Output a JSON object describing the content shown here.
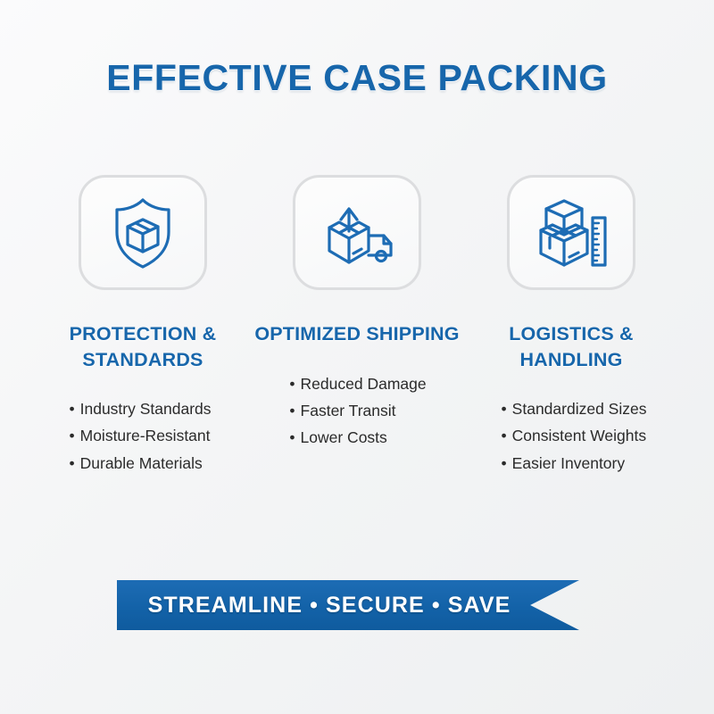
{
  "title": "EFFECTIVE CASE PACKING",
  "theme": {
    "brand_blue": "#1766ab",
    "ribbon_blue": "#1362a8",
    "background": "#f5f6f7",
    "card_border": "#dcdddf",
    "body_text": "#2b2b2b"
  },
  "columns": [
    {
      "icon": "shield-box-icon",
      "heading": "PROTECTION & STANDARDS",
      "bullets": [
        "Industry Standards",
        "Moisture-Resistant",
        "Durable Materials"
      ]
    },
    {
      "icon": "box-arrow-truck-icon",
      "heading": "OPTIMIZED SHIPPING",
      "bullets": [
        "Reduced Damage",
        "Faster Transit",
        "Lower Costs"
      ]
    },
    {
      "icon": "stacked-boxes-ruler-icon",
      "heading": "LOGISTICS & HANDLING",
      "bullets": [
        "Standardized Sizes",
        "Consistent Weights",
        "Easier Inventory"
      ]
    }
  ],
  "banner": {
    "text": "STREAMLINE • SECURE • SAVE"
  },
  "bullet_glyph": "•"
}
